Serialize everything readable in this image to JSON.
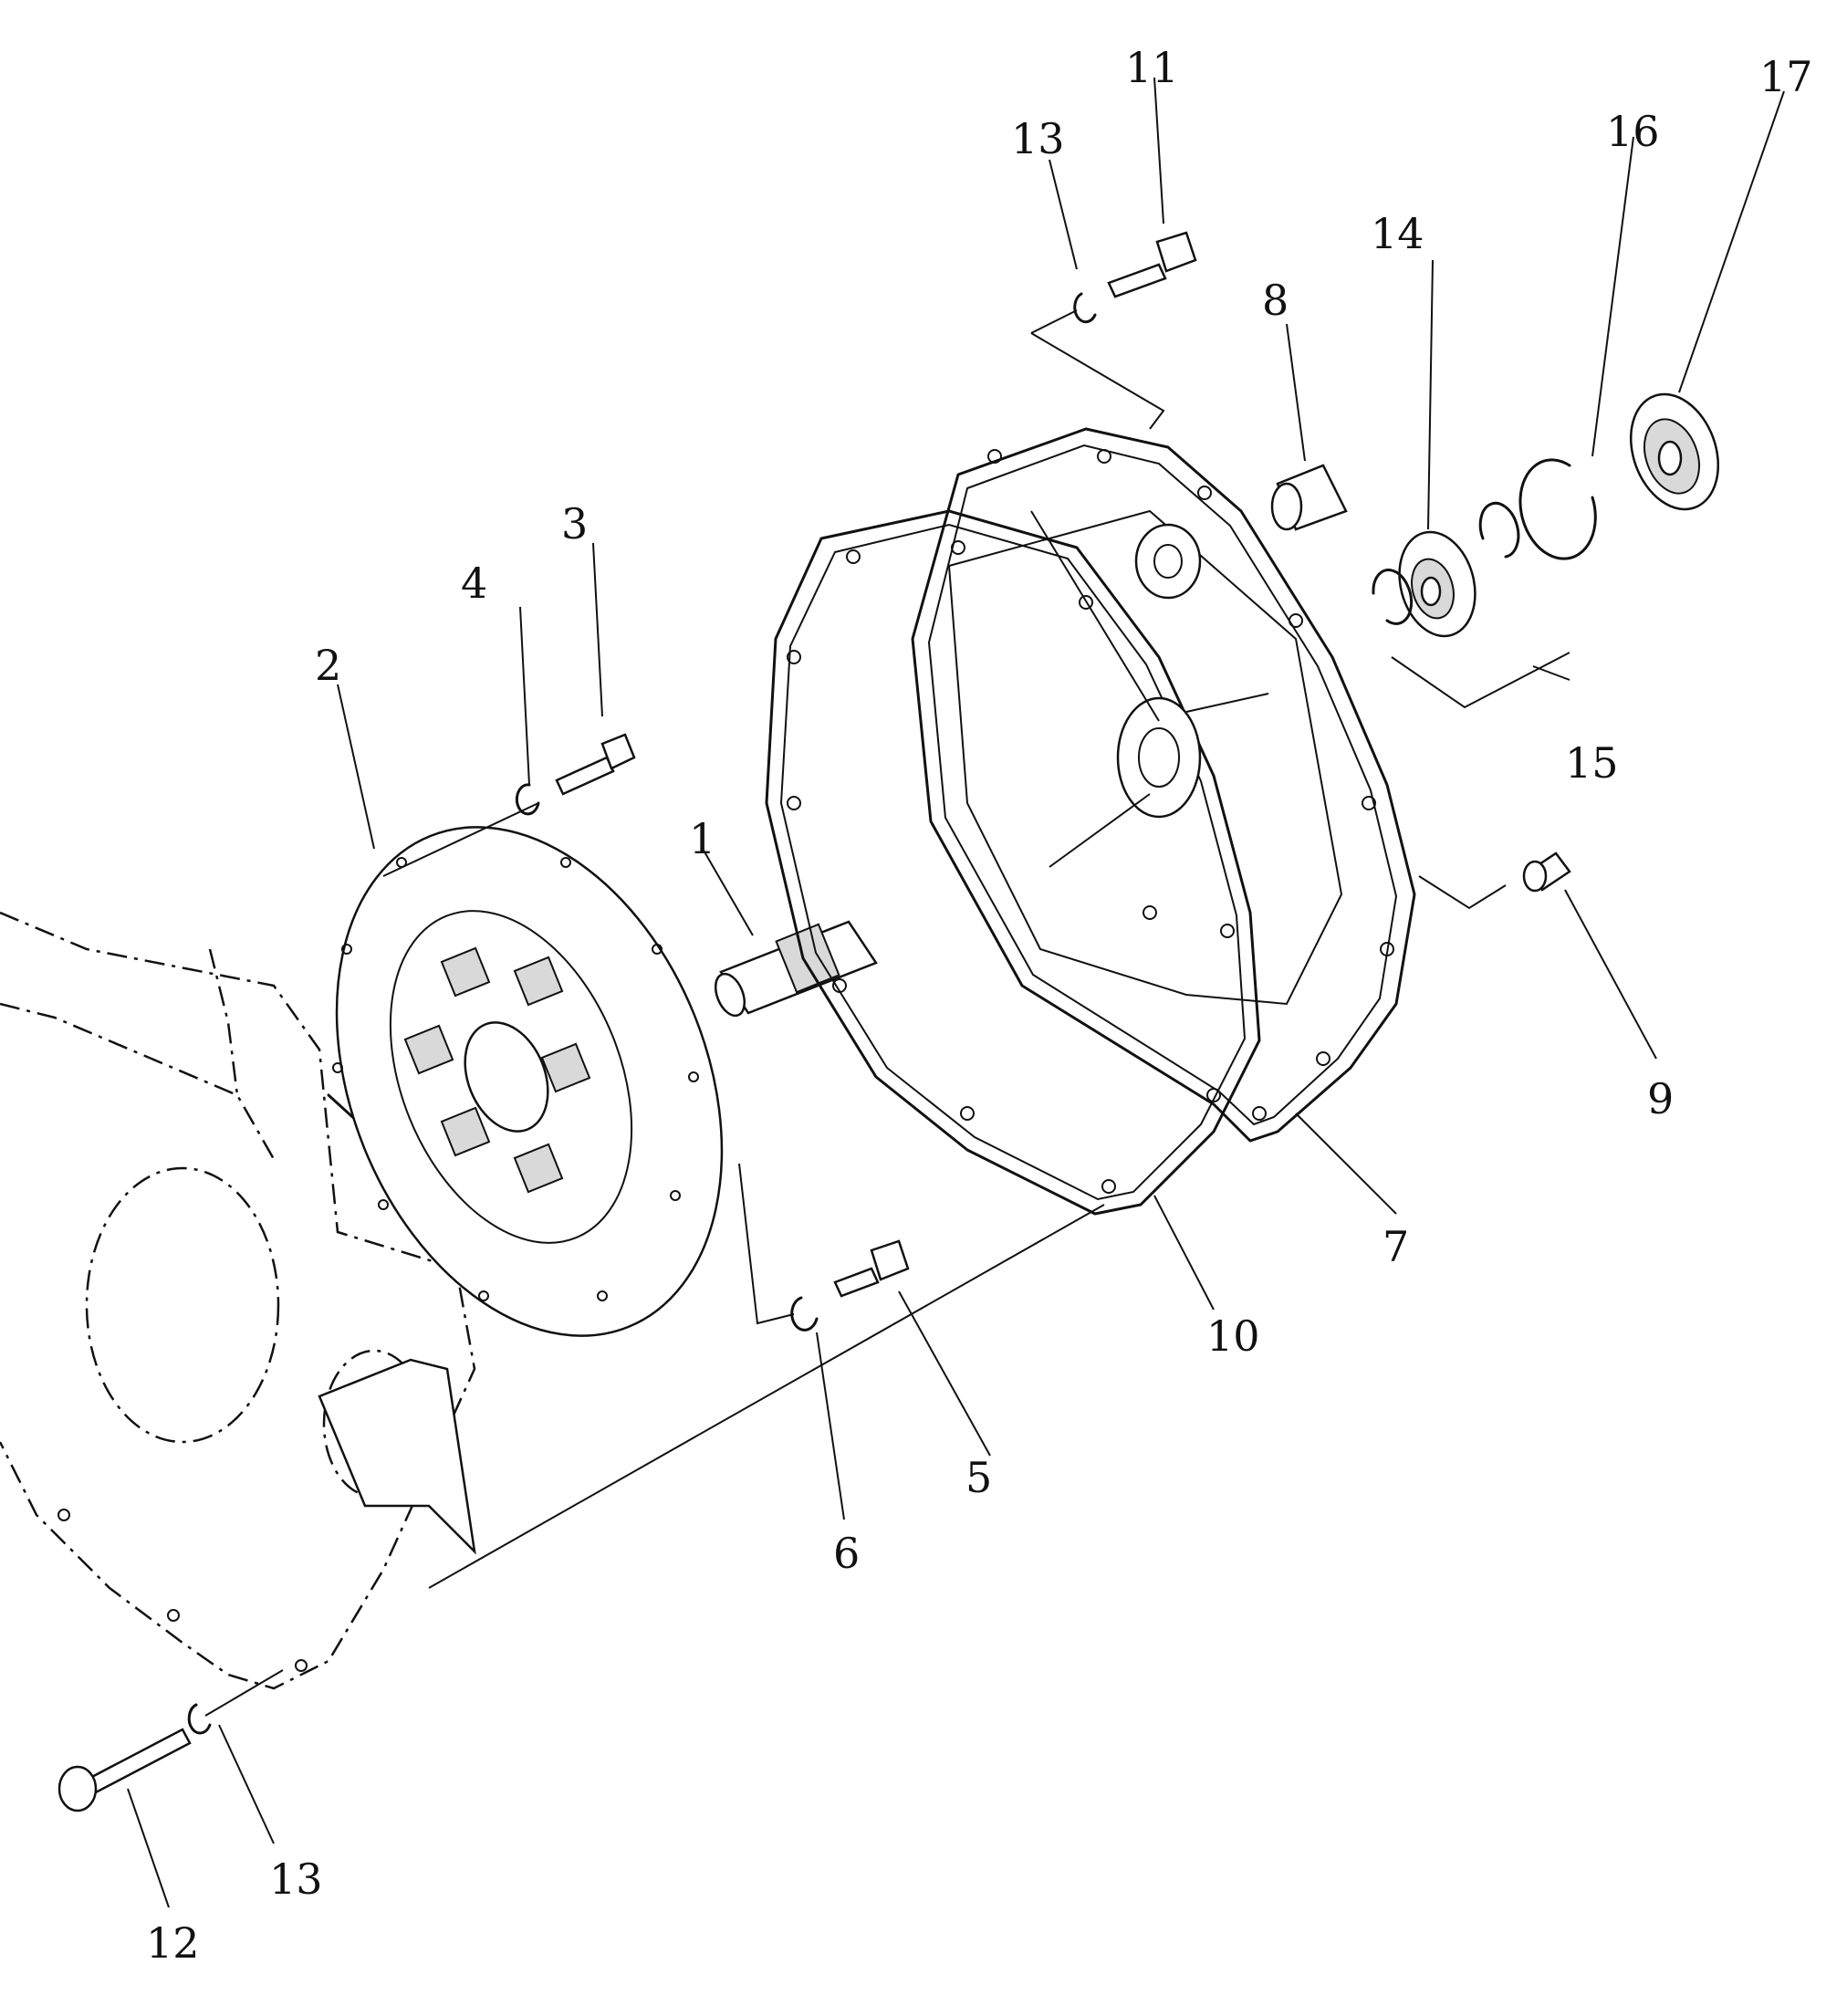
{
  "diagram": {
    "labels": [
      {
        "id": "1",
        "text": "1"
      },
      {
        "id": "2",
        "text": "2"
      },
      {
        "id": "3",
        "text": "3"
      },
      {
        "id": "4",
        "text": "4"
      },
      {
        "id": "5",
        "text": "5"
      },
      {
        "id": "6",
        "text": "6"
      },
      {
        "id": "7",
        "text": "7"
      },
      {
        "id": "8",
        "text": "8"
      },
      {
        "id": "9",
        "text": "9"
      },
      {
        "id": "10",
        "text": "10"
      },
      {
        "id": "11",
        "text": "11"
      },
      {
        "id": "12",
        "text": "12"
      },
      {
        "id": "13a",
        "text": "13"
      },
      {
        "id": "13b",
        "text": "13"
      },
      {
        "id": "14",
        "text": "14"
      },
      {
        "id": "15",
        "text": "15"
      },
      {
        "id": "16",
        "text": "16"
      },
      {
        "id": "17",
        "text": "17"
      }
    ]
  }
}
